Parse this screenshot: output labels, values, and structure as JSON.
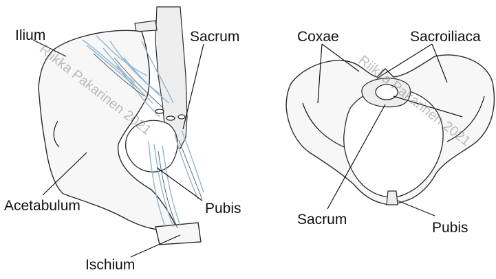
{
  "left_figure": {
    "labels": {
      "ilium": "Ilium",
      "sacrum": "Sacrum",
      "acetabulum": "Acetabulum",
      "pubis": "Pubis",
      "ischium": "Ischium"
    },
    "watermark": "Riikka Pakarinen 2021"
  },
  "right_figure": {
    "labels": {
      "coxae": "Coxae",
      "sacroiliaca": "Sacroiliaca",
      "sacrum": "Sacrum",
      "pubis": "Pubis"
    },
    "watermark": "Riikka Pakarinen 2021"
  },
  "colors": {
    "ligament": "#8fb5cf",
    "outline": "#2a2a2a",
    "label": "#111111"
  }
}
